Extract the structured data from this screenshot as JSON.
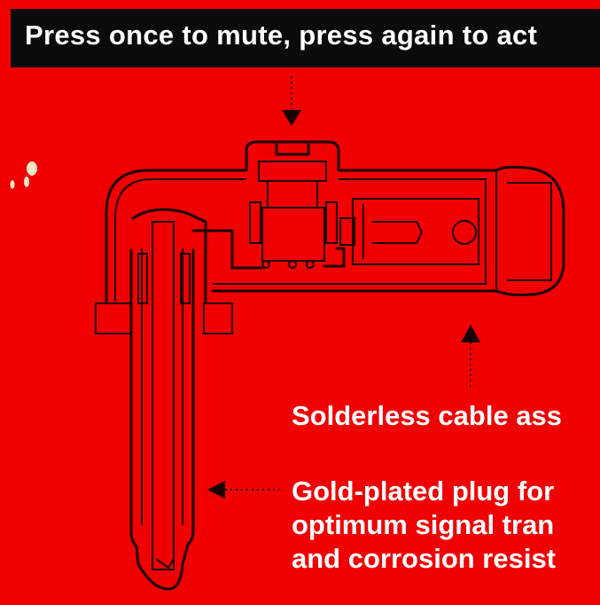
{
  "banner": {
    "text": "Press once to mute, press again to act"
  },
  "labels": {
    "cable": "Solderless cable ass",
    "plug_line1": "Gold-plated plug for",
    "plug_line2": "optimum signal tran",
    "plug_line3": "and corrosion resist"
  },
  "colors": {
    "background": "#f00000",
    "banner": "#0b0b0b",
    "text": "#ffffff",
    "line_art": "#1a0000"
  }
}
